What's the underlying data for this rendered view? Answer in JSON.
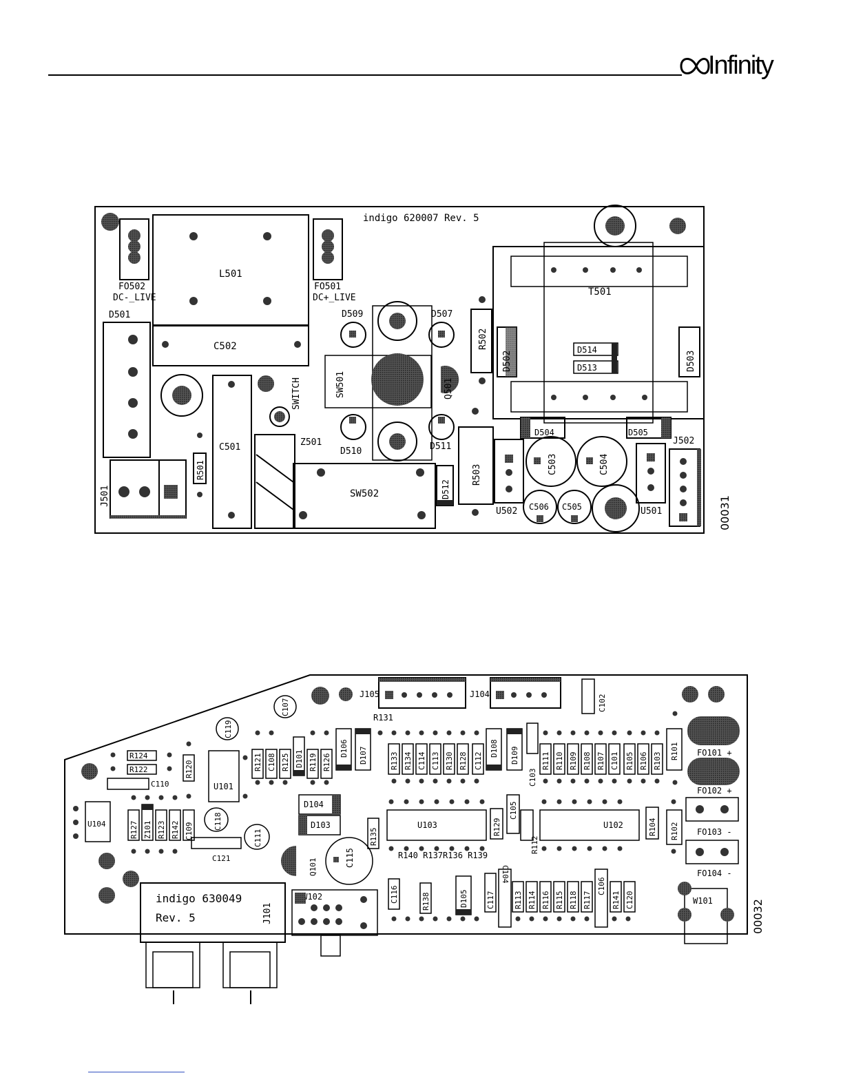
{
  "header": {
    "brand": "Infinity"
  },
  "board1": {
    "title": "indigo 620007 Rev. 5",
    "figure_id": "00031",
    "labels": {
      "FO502": "FO502",
      "DC_LIVE_NEG": "DC-_LIVE",
      "FO501": "FO501",
      "DC_LIVE_POS": "DC+_LIVE",
      "L501": "L501",
      "C502": "C502",
      "D501": "D501",
      "D509": "D509",
      "D507": "D507",
      "R502": "R502",
      "D502": "D502",
      "T501": "T501",
      "D514": "D514",
      "D513": "D513",
      "D503": "D503",
      "SW501": "SW501",
      "Q501": "Q501",
      "SWITCH": "SWITCH",
      "C501": "C501",
      "Z501": "Z501",
      "D510": "D510",
      "D511": "D511",
      "R503": "R503",
      "D504": "D504",
      "D505": "D505",
      "J502": "J502",
      "C503": "C503",
      "C504": "C504",
      "R501": "R501",
      "J501": "J501",
      "SW502": "SW502",
      "D512": "D512",
      "U502": "U502",
      "C506": "C506",
      "C505": "C505",
      "U501": "U501"
    }
  },
  "board2": {
    "title_line1": "indigo 630049",
    "title_line2": "Rev. 5",
    "figure_id": "00032",
    "labels": {
      "J105": "J105",
      "J104": "J104",
      "C102": "C102",
      "C107": "C107",
      "R131": "R131",
      "C119": "C119",
      "R124": "R124",
      "R122": "R122",
      "R120": "R120",
      "C110": "C110",
      "U101": "U101",
      "R121": "R121",
      "C108": "C108",
      "R125": "R125",
      "D101": "D101",
      "R119": "R119",
      "R126": "R126",
      "D106": "D106",
      "D107": "D107",
      "R133": "R133",
      "R134": "R134",
      "C114": "C114",
      "C113": "C113",
      "R130": "R130",
      "R128": "R128",
      "C112": "C112",
      "D108": "D108",
      "D109": "D109",
      "C103": "C103",
      "R111": "R111",
      "R110": "R110",
      "R109": "R109",
      "R108": "R108",
      "R107": "R107",
      "C101": "C101",
      "R105": "R105",
      "R106": "R106",
      "R103": "R103",
      "R101": "R101",
      "FO101": "FO101 +",
      "FO102": "FO102 +",
      "U104": "U104",
      "R127": "R127",
      "Z101": "Z101",
      "R123": "R123",
      "R142": "R142",
      "C109": "C109",
      "C118": "C118",
      "C121": "C121",
      "C111": "C111",
      "D104": "D104",
      "D103": "D103",
      "R135": "R135",
      "U103": "U103",
      "R129": "R129",
      "C105": "C105",
      "R112": "R112",
      "U102": "U102",
      "R104": "R104",
      "R102": "R102",
      "FO103": "FO103 -",
      "FO104": "FO104 -",
      "C115": "C115",
      "Q101": "Q101",
      "R140_139": "R140 R137R136 R139",
      "C116": "C116",
      "R138": "R138",
      "D105": "D105",
      "C117": "C117",
      "C104": "C104",
      "R113": "R113",
      "R114": "R114",
      "R116": "R116",
      "R115": "R115",
      "R118": "R118",
      "R117": "R117",
      "C106": "C106",
      "R141": "R141",
      "C120": "C120",
      "W101": "W101",
      "SW102": "SW102",
      "J101": "J101"
    }
  }
}
